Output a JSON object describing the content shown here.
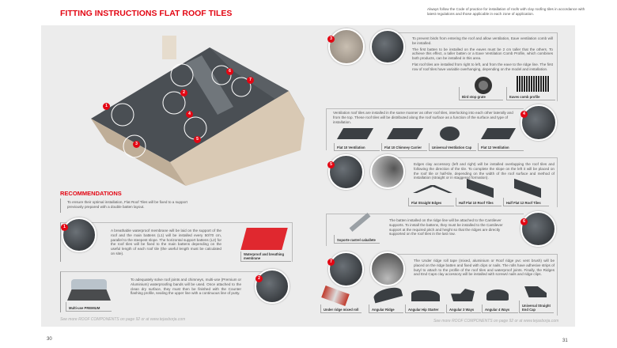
{
  "title": "FITTING INSTRUCTIONS FLAT ROOF TILES",
  "code_note": "Always follow the Code of practice for installation of roofs with clay roofing tiles in accordance with latest regulations and those applicable in each zone of application.",
  "roof_markers": [
    "1",
    "2",
    "3",
    "4",
    "5",
    "6",
    "7"
  ],
  "recommendations": {
    "heading": "RECOMMENDATIONS",
    "intro": "To ensure their optimal installation, Flat Roof Tiles will be fixed to a support previously prepared with a double batten layout.",
    "step1": {
      "badge": "1",
      "text": "A breathable waterproof membrane will be laid on the support of the roof and the main battens (L1) will be installed every 50/70 cm, parallel to the steepest slope. The horizontal support battens (L2) for the roof tiles will be fixed to the main battens depending on the useful length of each roof tile (the useful length must be calculated on site).",
      "product": "Waterproof and breathing membrane"
    },
    "step2": {
      "badge": "2",
      "text": "To adequately solve roof joints and chimneys, multi-use (Premium or Aluminium) waterproofing bands will be used. Once attached to the clean dry surface, they must then be finished with the Counter flashing profile, sealing the upper line with a continuous line of putty.",
      "product": "Multi-use PREMIUM"
    }
  },
  "footer_left": "See more ROOF COMPONENTS on page 92 or at www.tejasborja.com",
  "page_left": "30",
  "sections": {
    "s3": {
      "badge": "3",
      "paragraphs": [
        "To prevent birds from entering the roof and allow ventilation, Eave ventilation comb will be installed.",
        "The first batten to be installed on the eaves must be 2 cm taller that the others. To achieve this effect, a taller batten or a Eave Ventilation Comb Profile, which combines both products, can be installed in this area.",
        "Flat roof tiles are installed from right to left, and from the eave to the ridge line. The first row of roof tiles have variable overhanging, depending on the model and installation."
      ],
      "products": [
        "Bird stop grate",
        "Eaves comb profile"
      ]
    },
    "s4": {
      "badge": "4",
      "text": "Ventilation roof tiles are installed in the same manner as other roof tiles, interlocking into each other laterally and from the top. These roof tiles will be distributed along the roof surface as a function of the surface and type of installation.",
      "products": [
        "Flat 10 Ventilation",
        "Flat 10 Chimney Carrier",
        "Universal Ventilation Cap",
        "Flat 12 Ventilation"
      ]
    },
    "s5": {
      "badge": "5",
      "text": "Edges clay accessory (left and right) will be installed overlapping the roof tiles and following the direction of the tile. To complete the slope on the left it will be placed on the roof tile or half-tile, depending on the width of the roof surface and method of installation (straight or in staggered formation).",
      "products": [
        "Flat Straight Edges",
        "Half Flat 10 Roof Tiles",
        "Half Flat 12 Roof Tiles"
      ]
    },
    "s6": {
      "badge": "6",
      "text": "The batten installed on the ridge line will be attached to the Cantilever supports. To install the battens, they must be installed to the Cantilever support at the required pitch and height so that the ridges are directly supported on the roof tiles in the last row.",
      "products": [
        "Soporte rastrel caballete"
      ]
    },
    "s7": {
      "badge": "7",
      "text": "The Under ridge roll tape (mixed, aluminium or Roof ridge pvc vent brush) will be placed on the ridge batten and fixed with clips or nails. The rolls have adhesive strips of butyl to attach to the profile of the roof tiles and waterproof joints. Finally, the Ridges and End Caps clay accessory will be installed with screws/ nails and ridge clips.",
      "products": [
        "Under ridge mixed roll",
        "Angular Ridge",
        "Angular Hip Starter",
        "Angular 3 Ways",
        "Angular 4 Ways",
        "Universal Straight End Cap"
      ]
    }
  },
  "footer_right": "See more ROOF COMPONENTS on page 92 or at www.tejasborja.com",
  "page_right": "31",
  "colors": {
    "accent": "#e30613",
    "panel": "#ececec"
  }
}
